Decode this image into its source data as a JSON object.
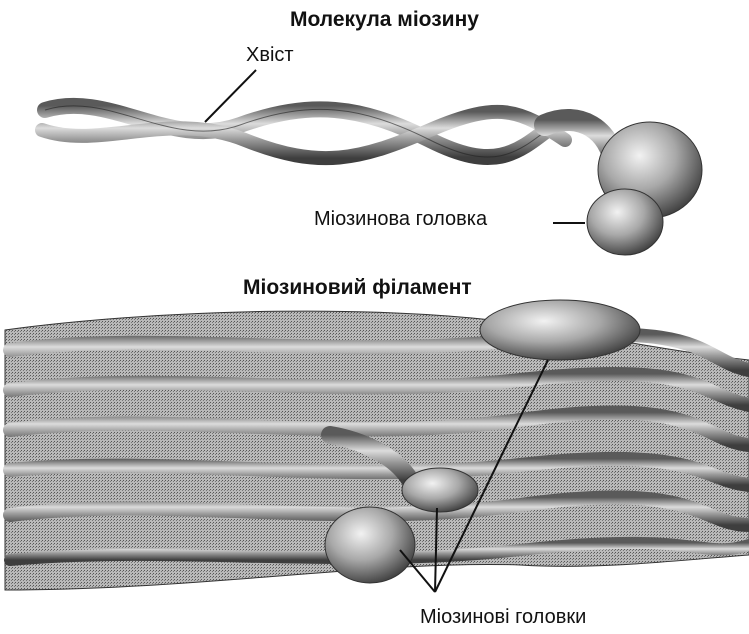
{
  "titles": {
    "molecule": "Молекула міозину",
    "filament": "Міозиновий філамент"
  },
  "labels": {
    "tail": "Хвіст",
    "head": "Міозинова головка",
    "heads": "Міозинові головки"
  }
}
